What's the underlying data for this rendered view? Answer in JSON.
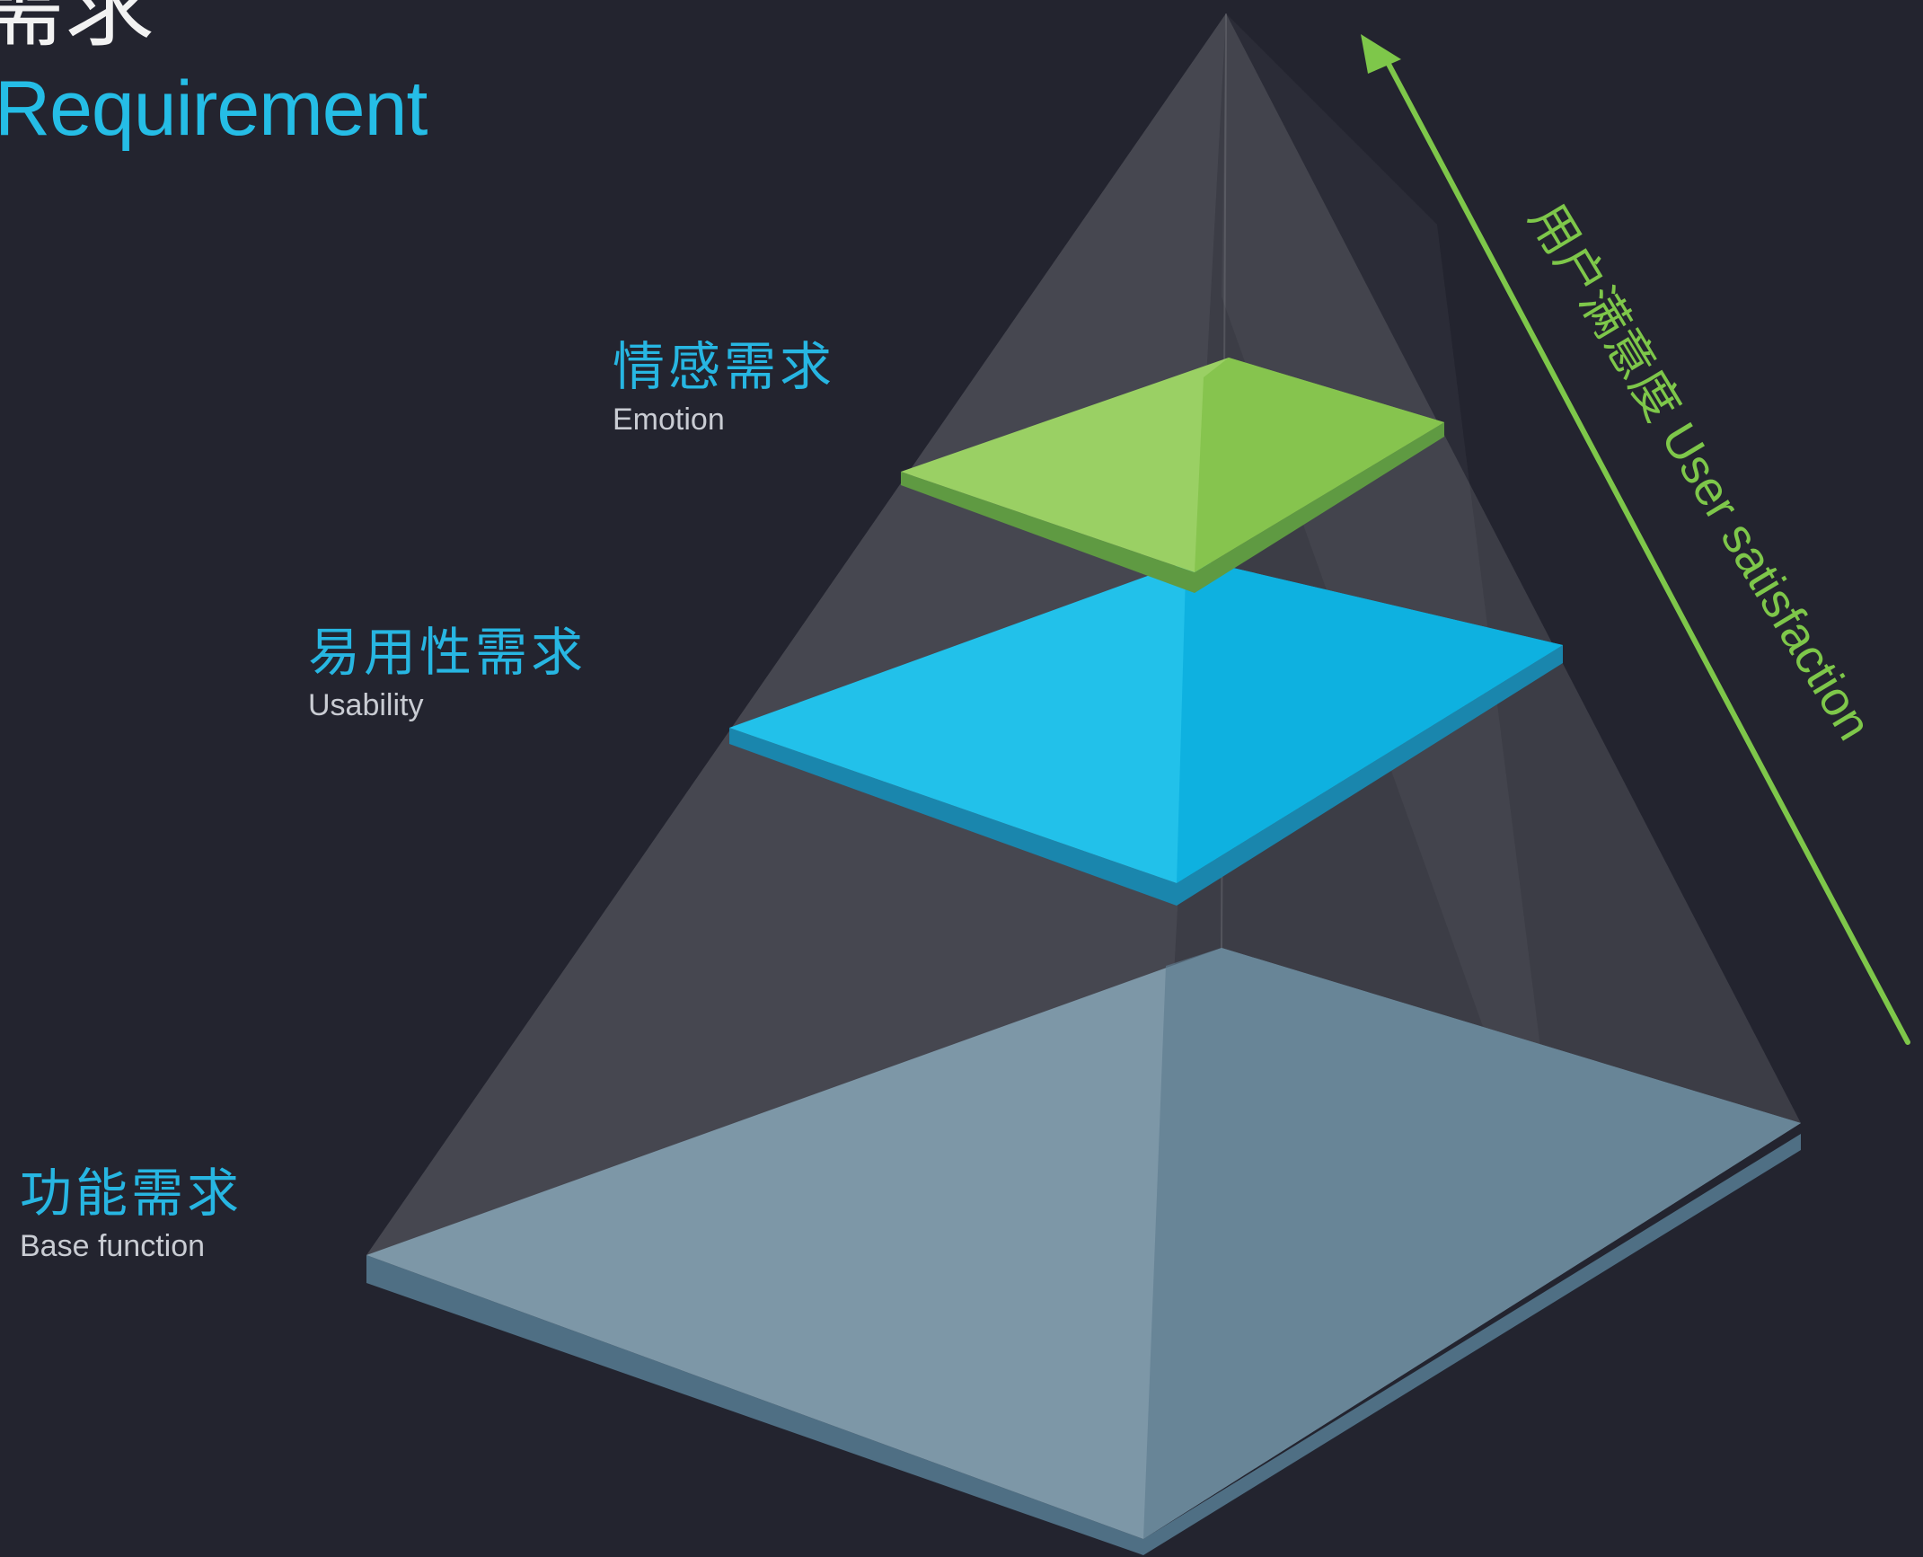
{
  "title": {
    "cn": "需求",
    "en": "Requirement"
  },
  "levels": [
    {
      "cn": "情感需求",
      "en": "Emotion"
    },
    {
      "cn": "易用性需求",
      "en": "Usability"
    },
    {
      "cn": "功能需求",
      "en": "Base function"
    }
  ],
  "axis": {
    "label": "用户满意度 User satisfaction"
  },
  "colors": {
    "background": "#23242f",
    "emotion_layer": "#9ad064",
    "usability_layer": "#1fbce9",
    "base_layer": "#7d97a7",
    "accent_text": "#27b6e2",
    "arrow": "#7ec74a"
  }
}
